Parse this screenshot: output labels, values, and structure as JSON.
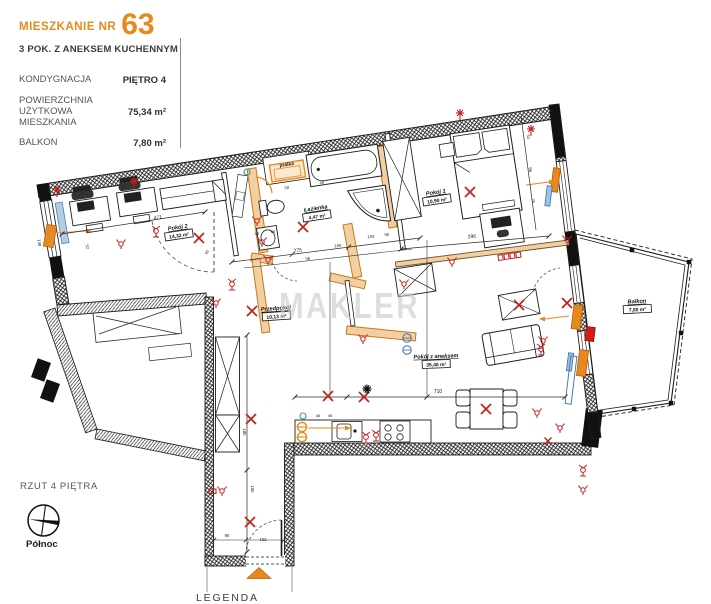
{
  "header": {
    "title_prefix": "MIESZKANIE NR",
    "number": "63",
    "subtitle": "3 POK. Z ANEKSEM KUCHENNYM",
    "rows": [
      {
        "label": "KONDYGNACJA",
        "value": "PIĘTRO 4"
      },
      {
        "label": "POWIERZCHNIA UŻYTKOWA MIESZKANIA",
        "value": "75,34 m²"
      },
      {
        "label": "BALKON",
        "value": "7,80 m²"
      }
    ]
  },
  "footer": {
    "plan_label": "RZUT 4 PIĘTRA",
    "north_label": "Północ",
    "legend_label": "LEGENDA"
  },
  "watermark": "MAKLER",
  "rooms": [
    {
      "name": "Pokój 2",
      "area": "14,32 m²"
    },
    {
      "name": "Łazienka",
      "area": "4,47 m²"
    },
    {
      "name": "Pokój 1",
      "area": "10,90 m²"
    },
    {
      "name": "Przedpokój",
      "area": "10,13 m²"
    },
    {
      "name": "Pokój z aneksem",
      "area": "35,46 m²"
    },
    {
      "name": "Balkon",
      "area": "7,80 m²"
    }
  ],
  "fixtures": {
    "washer": "pralka"
  },
  "dims": [
    "471",
    "775",
    "150",
    "96",
    "40",
    "86",
    "193",
    "90",
    "296",
    "710",
    "180",
    "150",
    "102",
    "90",
    "58",
    "46",
    "96",
    "25",
    "52",
    "148",
    "46",
    "45",
    "52",
    "90"
  ],
  "colors": {
    "accent_orange": "#e8891c",
    "wall_accent": "#f3cf9f",
    "symbol_red": "#c2201a",
    "symbol_blue": "#3a6fb5",
    "watermark_gray": "#d6d6d6"
  }
}
